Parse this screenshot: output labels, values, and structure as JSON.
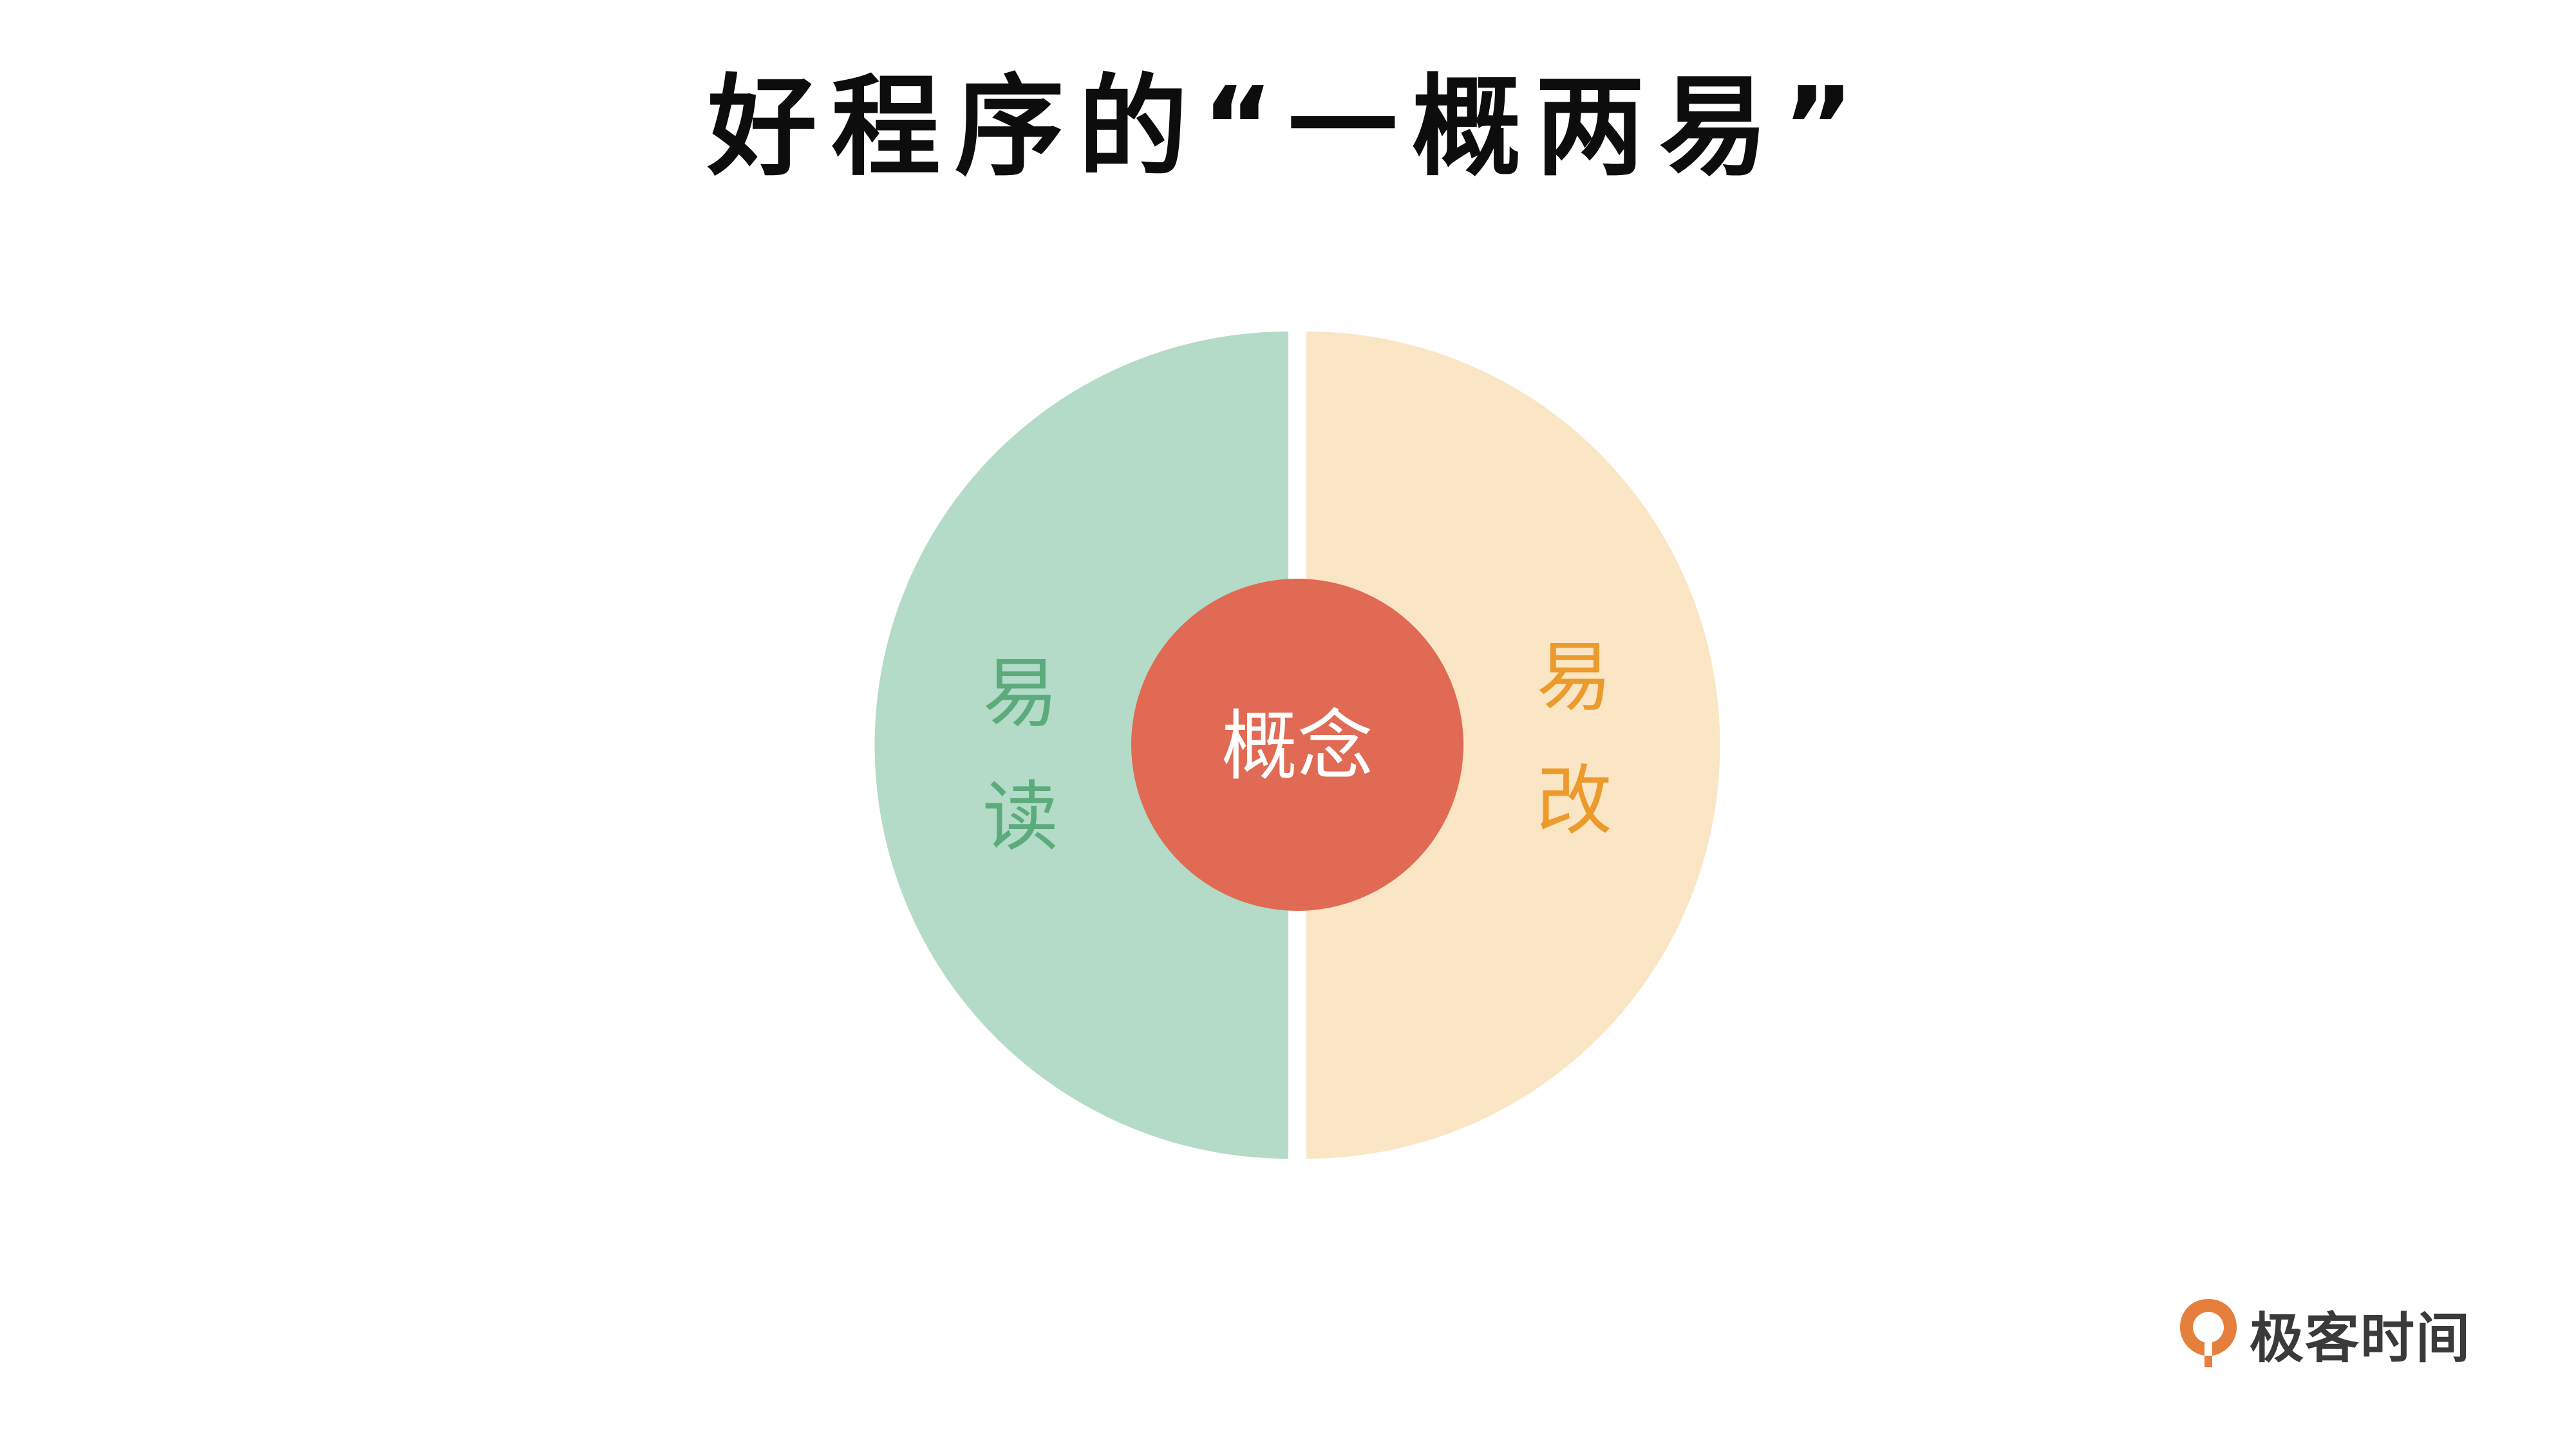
{
  "title": "好程序的“一概两易”",
  "diagram": {
    "left_half": {
      "label_line1": "易",
      "label_line2": "读",
      "fill_color": "#b4dbc7",
      "text_color": "#5cab7d"
    },
    "right_half": {
      "label_line1": "易",
      "label_line2": "改",
      "fill_color": "#fae5c4",
      "text_color": "#ec9a2c"
    },
    "center": {
      "label": "概念",
      "fill_color": "#e06a53",
      "text_color": "#ffffff"
    }
  },
  "brand": {
    "name": "极客时间",
    "icon": "geektime-logo-icon",
    "color": "#e67e3c"
  }
}
